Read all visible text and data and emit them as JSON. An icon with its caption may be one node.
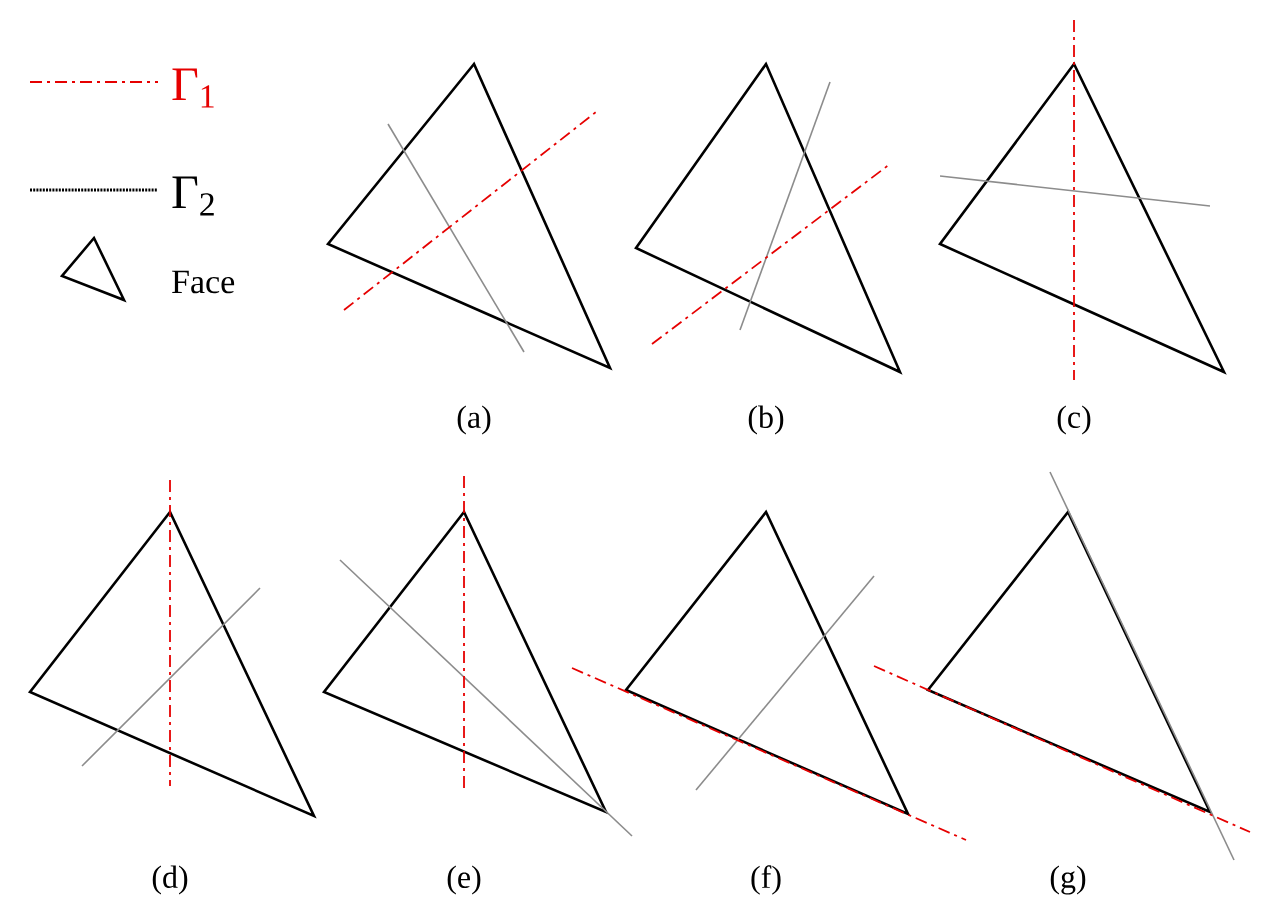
{
  "diagram": {
    "labels": [
      "(a)",
      "(b)",
      "(c)",
      "(d)",
      "(e)",
      "(f)",
      "(g)"
    ],
    "legend": [
      {
        "text": "Γ$_{1}$"
      },
      {
        "text": "Γ$_{2}$"
      },
      {
        "text": "Face"
      }
    ]
  }
}
